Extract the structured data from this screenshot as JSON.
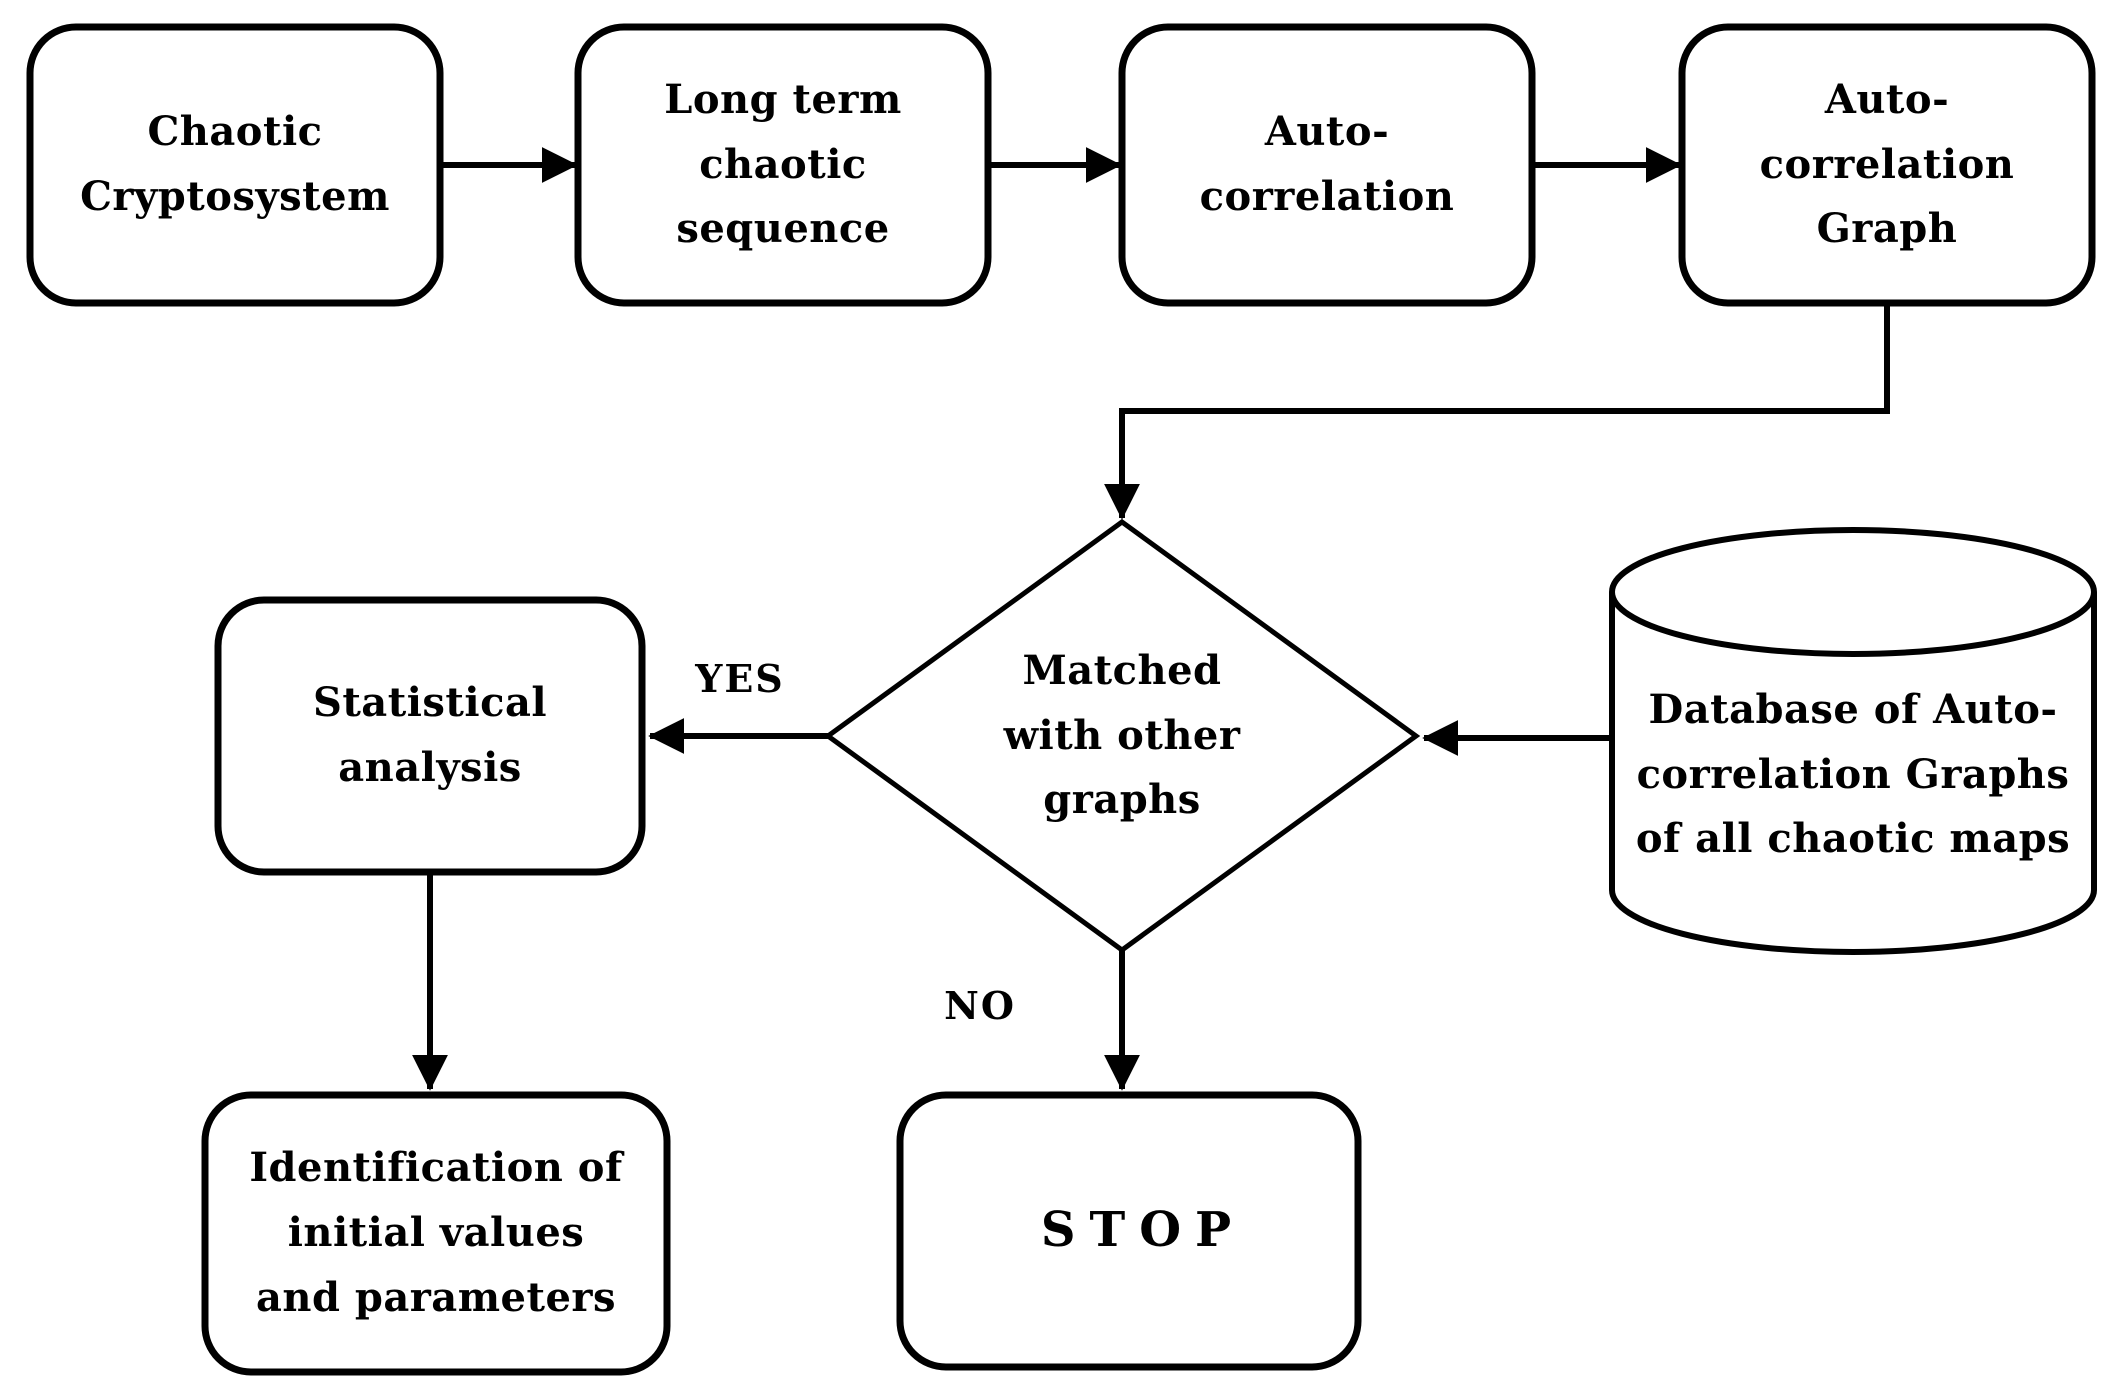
{
  "colors": {
    "background": "#ffffff",
    "stroke": "#000000",
    "text": "#000000"
  },
  "nodes": {
    "chaotic_cryptosystem": {
      "label": "Chaotic\nCryptosystem"
    },
    "long_term_sequence": {
      "label": "Long term\nchaotic\nsequence"
    },
    "autocorrelation": {
      "label": "Auto-\ncorrelation"
    },
    "autocorrelation_graph": {
      "label": "Auto-\ncorrelation\nGraph"
    },
    "matched_decision": {
      "label": "Matched\nwith other\ngraphs"
    },
    "database": {
      "label": "Database of Auto-\ncorrelation Graphs\nof all chaotic maps"
    },
    "statistical_analysis": {
      "label": "Statistical\nanalysis"
    },
    "identification": {
      "label": "Identification of\ninitial values\nand parameters"
    },
    "stop": {
      "label": "STOP"
    }
  },
  "edge_labels": {
    "yes": "YES",
    "no": "NO"
  }
}
